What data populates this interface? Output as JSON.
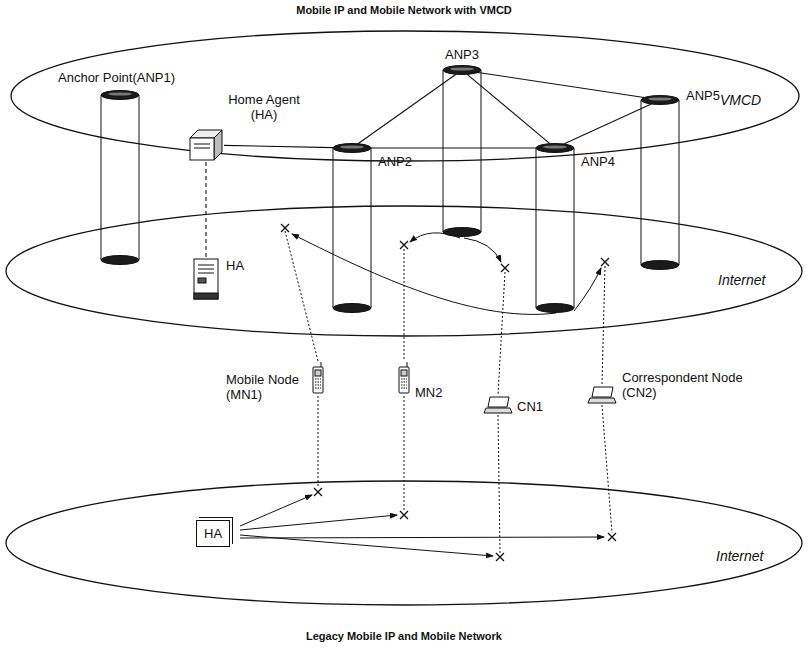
{
  "diagram": {
    "title": "Mobile IP and Mobile Network with VMCD",
    "caption": "Legacy Mobile IP and Mobile Network",
    "nodes": [
      {
        "text": [
          "VMCD"
        ]
      },
      {
        "text": [
          "Internet"
        ]
      },
      {
        "text": [
          "Internet"
        ]
      },
      {
        "text": [
          "Anchor Point(ANP1)"
        ]
      },
      {
        "text": [
          "Home Agent (HA)"
        ],
        "in": 0
      },
      {
        "text": [
          "ANP2"
        ]
      },
      {
        "text": [
          "ANP3"
        ]
      },
      {
        "text": [
          "ANP4"
        ]
      },
      {
        "text": [
          "ANP5"
        ]
      },
      {
        "text": [
          "HA"
        ],
        "in": 1
      },
      {
        "text": [
          "Mobile Node (MN1)"
        ]
      },
      {
        "text": [
          "MN2"
        ]
      },
      {
        "text": [
          "CN1"
        ]
      },
      {
        "text": [
          "Correspondent Node (CN2)"
        ]
      },
      {
        "text": [
          "HA"
        ],
        "in": 2
      }
    ],
    "edges": [
      {
        "from": 4,
        "to": 5,
        "arrow": "none"
      },
      {
        "from": 5,
        "to": 6,
        "arrow": "none"
      },
      {
        "from": 5,
        "to": 7,
        "arrow": "none"
      },
      {
        "from": 6,
        "to": 7,
        "arrow": "none"
      },
      {
        "from": 6,
        "to": 8,
        "arrow": "none"
      },
      {
        "from": 7,
        "to": 8,
        "arrow": "none"
      },
      {
        "from": 4,
        "to": 9,
        "arrow": "none"
      }
    ]
  }
}
